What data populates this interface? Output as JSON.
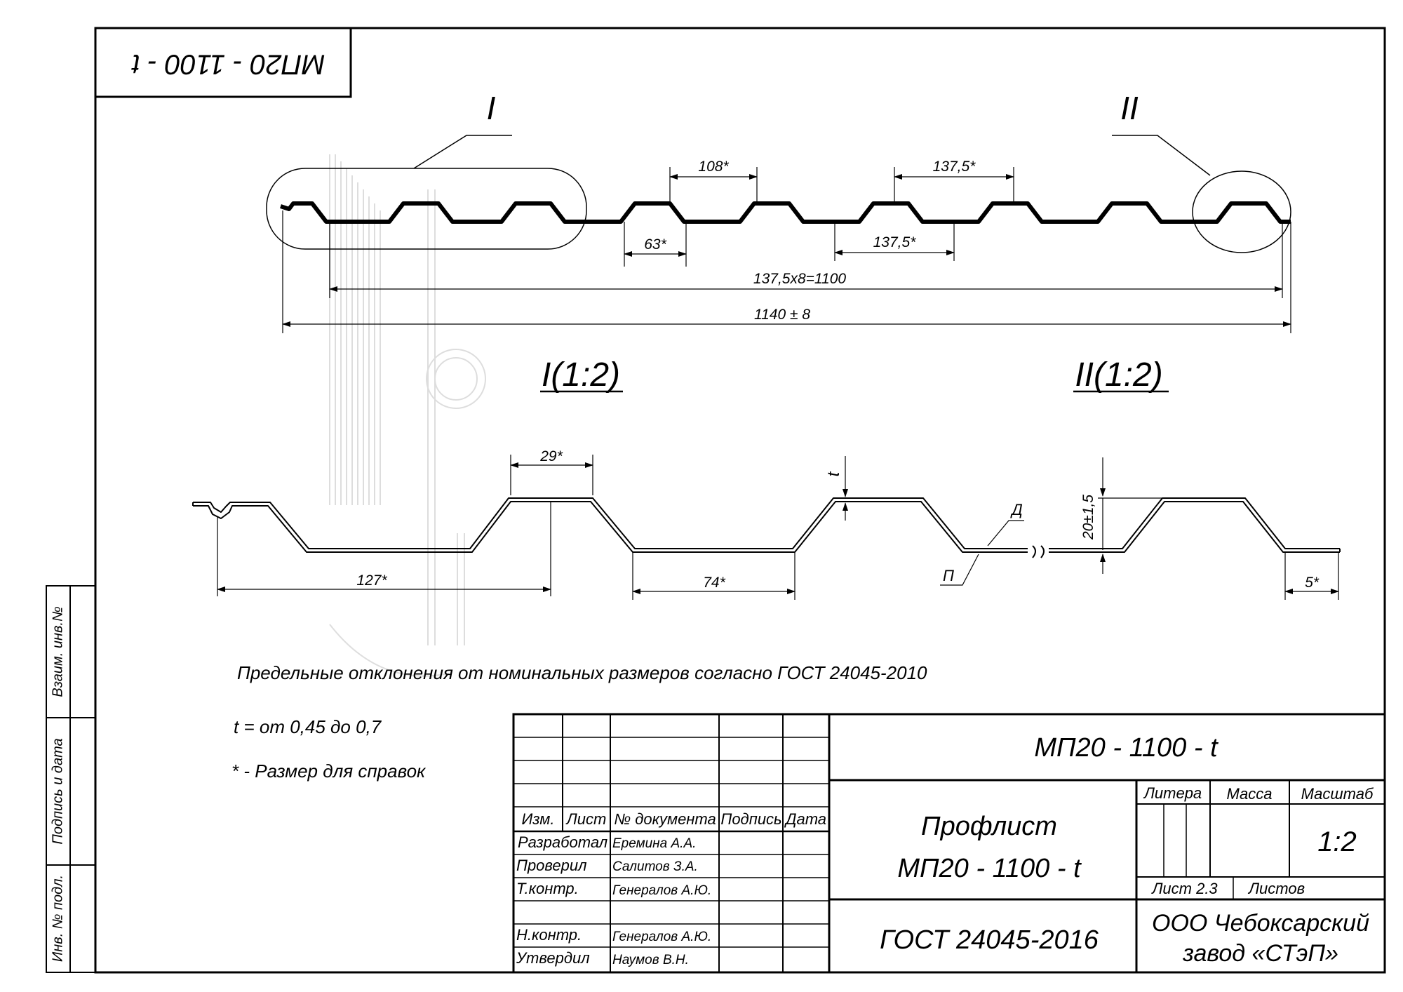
{
  "stamp": "МП20 - 1100 - t",
  "views": {
    "detail_1": "I",
    "detail_2": "II",
    "detail_1_title": "I(1:2)",
    "detail_2_title": "II(1:2)"
  },
  "dimensions": {
    "top_108": "108*",
    "top_137_a": "137,5*",
    "top_63": "63*",
    "top_137_b": "137,5*",
    "pitch_total": "137,5x8=1100",
    "overall": "1140 ± 8",
    "d_29": "29*",
    "d_t": "t",
    "d_127": "127*",
    "d_74": "74*",
    "d_height": "20±1,5",
    "d_5": "5*",
    "label_d": "Д",
    "label_p": "П"
  },
  "notes": {
    "line1": "Предельные отклонения от номинальных размеров согласно ГОСТ 24045-2010",
    "line2": "t = от 0,45 до 0,7",
    "line3": "* - Размер для справок"
  },
  "side_strip": {
    "vzaim": "Взаим. инв.№",
    "podpis": "Подпись и дата",
    "inv": "Инв. № подл."
  },
  "title_block": {
    "designation": "МП20 - 1100 - t",
    "name_line1": "Профлист",
    "name_line2": "МП20 - 1100 - t",
    "standard": "ГОСТ 24045-2016",
    "company_line1": "ООО Чебоксарский",
    "company_line2": "завод «СТэП»",
    "h_liter": "Литера",
    "h_mass": "Масса",
    "h_scale": "Масштаб",
    "scale": "1:2",
    "sheet": "Лист 2.3",
    "sheets": "Листов",
    "col_izm": "Изм.",
    "col_list": "Лист",
    "col_doc": "№ документа",
    "col_sign": "Подпись",
    "col_date": "Дата",
    "roles": [
      {
        "role": "Разработал",
        "name": "Еремина А.А."
      },
      {
        "role": "Проверил",
        "name": "Салитов З.А."
      },
      {
        "role": "Т.контр.",
        "name": "Генералов А.Ю."
      },
      {
        "role": "",
        "name": ""
      },
      {
        "role": "Н.контр.",
        "name": "Генералов А.Ю."
      },
      {
        "role": "Утвердил",
        "name": "Наумов В.Н."
      }
    ]
  }
}
